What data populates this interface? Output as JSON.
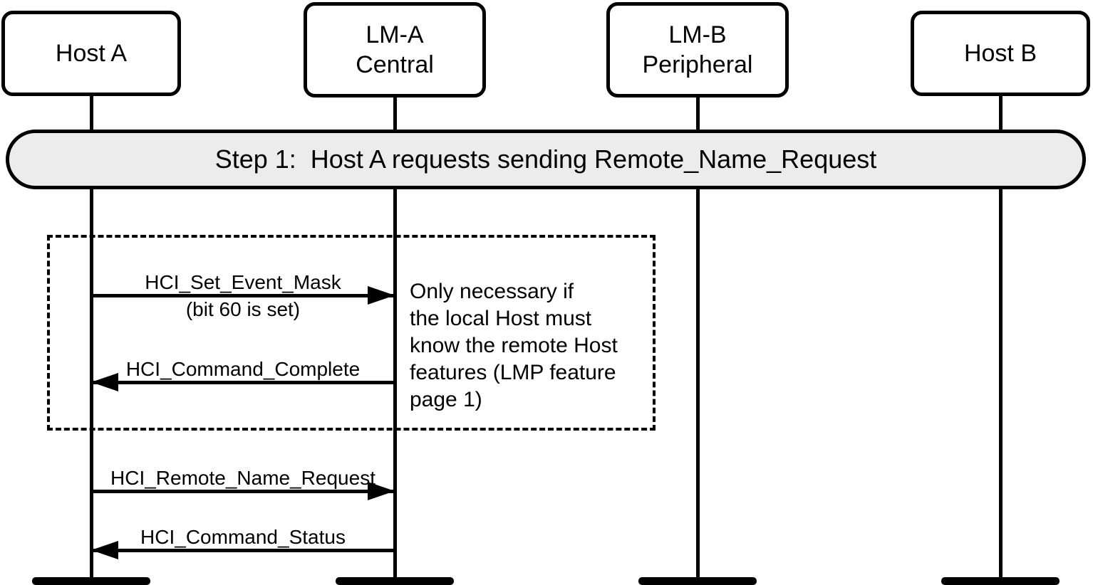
{
  "diagram": {
    "title_banner": {
      "text": "Step 1:  Host A requests sending Remote_Name_Request",
      "fill_color": "#ececec",
      "border_color": "#000000"
    },
    "participants": [
      {
        "id": "host-a",
        "label": "Host A"
      },
      {
        "id": "lm-a-central",
        "label": "LM-A\nCentral"
      },
      {
        "id": "lm-b-peripheral",
        "label": "LM-B\nPeripheral"
      },
      {
        "id": "host-b",
        "label": "Host B"
      }
    ],
    "messages": [
      {
        "label": "HCI_Set_Event_Mask",
        "sublabel": "(bit 60 is set)",
        "from": "Host A",
        "to": "LM-A Central",
        "direction": "right"
      },
      {
        "label": "HCI_Command_Complete",
        "from": "LM-A Central",
        "to": "Host A",
        "direction": "left"
      },
      {
        "label": "HCI_Remote_Name_Request",
        "from": "Host A",
        "to": "LM-A Central",
        "direction": "right"
      },
      {
        "label": "HCI_Command_Status",
        "from": "LM-A Central",
        "to": "Host A",
        "direction": "left"
      }
    ],
    "optional_group_note": {
      "text": "Only necessary if\nthe local Host must\nknow the remote Host\nfeatures (LMP feature\npage 1)"
    },
    "colors": {
      "line": "#000000",
      "background": "#ffffff"
    }
  }
}
